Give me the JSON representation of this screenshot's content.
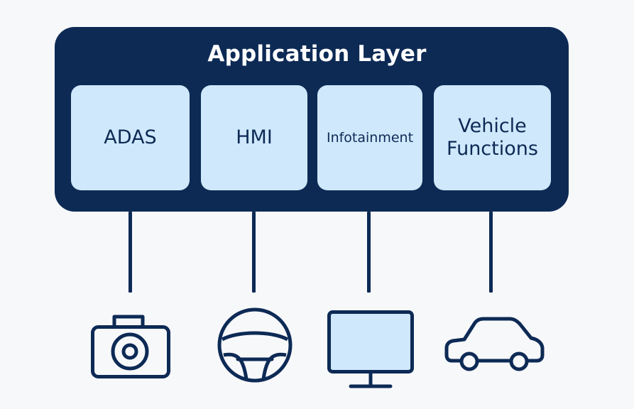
{
  "diagram": {
    "title": "Application Layer",
    "modules": [
      {
        "label": "ADAS"
      },
      {
        "label": "HMI"
      },
      {
        "label": "Infotainment"
      },
      {
        "label": "Vehicle Functions"
      }
    ],
    "icons": [
      "camera-icon",
      "steering-wheel-icon",
      "monitor-icon",
      "car-icon"
    ],
    "colors": {
      "layer_background": "#0d2a55",
      "module_background": "#cfe8fb",
      "page_background": "#f7f8fa"
    }
  }
}
